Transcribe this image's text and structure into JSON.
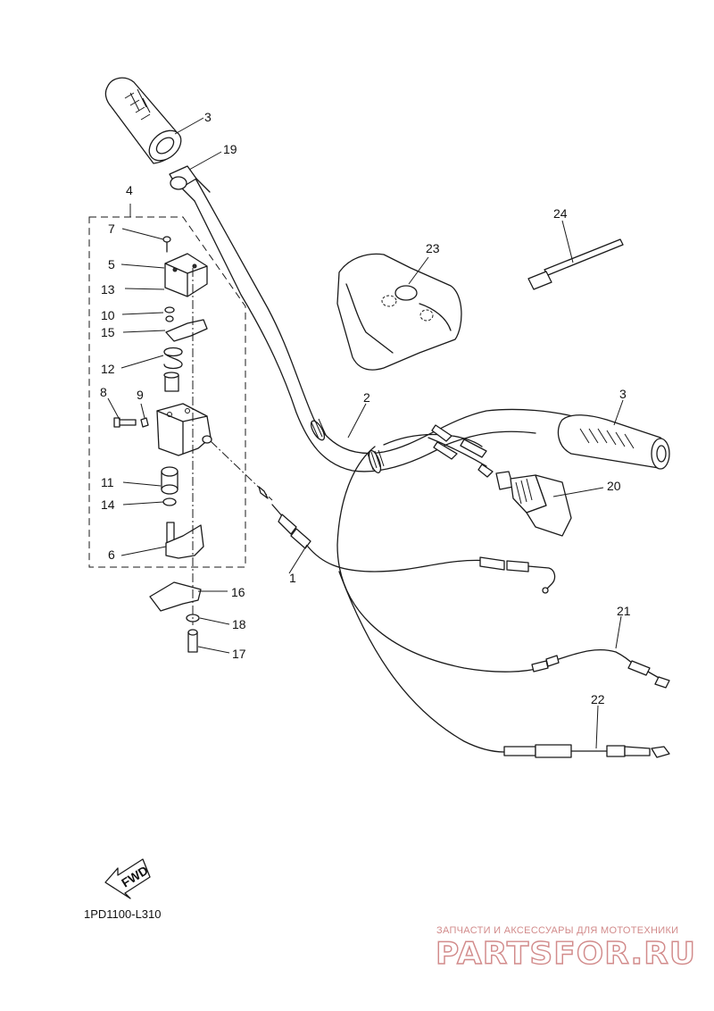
{
  "callouts": [
    {
      "id": "1",
      "text": "1"
    },
    {
      "id": "2",
      "text": "2"
    },
    {
      "id": "3a",
      "text": "3"
    },
    {
      "id": "3b",
      "text": "3"
    },
    {
      "id": "4",
      "text": "4"
    },
    {
      "id": "5",
      "text": "5"
    },
    {
      "id": "6",
      "text": "6"
    },
    {
      "id": "7",
      "text": "7"
    },
    {
      "id": "8",
      "text": "8"
    },
    {
      "id": "9",
      "text": "9"
    },
    {
      "id": "10",
      "text": "10"
    },
    {
      "id": "11",
      "text": "11"
    },
    {
      "id": "12",
      "text": "12"
    },
    {
      "id": "13",
      "text": "13"
    },
    {
      "id": "14",
      "text": "14"
    },
    {
      "id": "15",
      "text": "15"
    },
    {
      "id": "16",
      "text": "16"
    },
    {
      "id": "17",
      "text": "17"
    },
    {
      "id": "18",
      "text": "18"
    },
    {
      "id": "19",
      "text": "19"
    },
    {
      "id": "20",
      "text": "20"
    },
    {
      "id": "21",
      "text": "21"
    },
    {
      "id": "22",
      "text": "22"
    },
    {
      "id": "23",
      "text": "23"
    },
    {
      "id": "24",
      "text": "24"
    }
  ],
  "fwd_label": "FWD",
  "diagram_code": "1PD1100-L310",
  "watermark": {
    "tagline": "ЗАПЧАСТИ И АКСЕССУАРЫ ДЛЯ МОТОТЕХНИКИ",
    "logo": "PARTSFOR.RU",
    "color": "#d28b8b"
  }
}
